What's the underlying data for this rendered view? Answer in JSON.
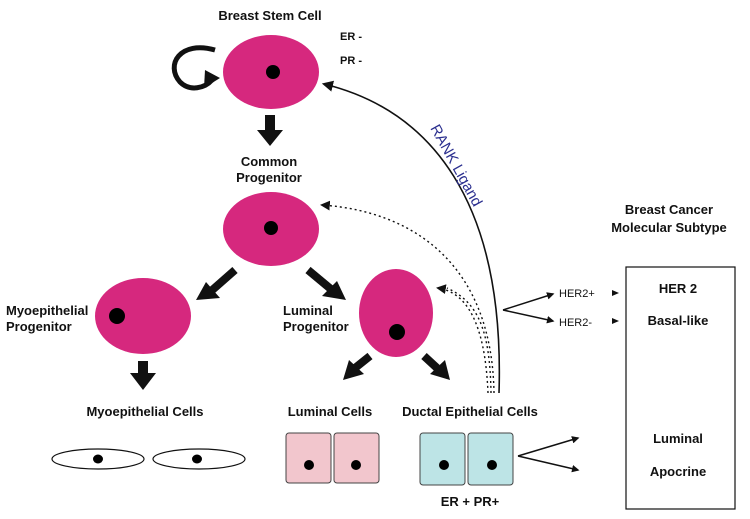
{
  "diagram": {
    "title_stem": "Breast Stem Cell",
    "er_neg": "ER -",
    "pr_neg": "PR -",
    "common_progenitor_1": "Common",
    "common_progenitor_2": "Progenitor",
    "myo_progenitor_1": "Myoepithelial",
    "myo_progenitor_2": "Progenitor",
    "luminal_progenitor_1": "Luminal",
    "luminal_progenitor_2": "Progenitor",
    "myo_cells": "Myoepithelial Cells",
    "luminal_cells": "Luminal Cells",
    "ductal_cells": "Ductal Epithelial Cells",
    "er_pr_pos": "ER + PR+",
    "rank_ligand": "RANK Ligand",
    "subtype_title_1": "Breast Cancer",
    "subtype_title_2": "Molecular Subtype",
    "her2_pos": "HER2+",
    "her2_neg": "HER2-",
    "subtypes": [
      "HER 2",
      "Basal-like",
      "Luminal",
      "Apocrine"
    ]
  },
  "colors": {
    "cell_fill": "#d6287e",
    "luminal_cell_fill": "#f2c6cd",
    "ductal_cell_fill": "#bde4e6",
    "rank_text": "#2b2f8f",
    "arrow": "#111111"
  },
  "icons": [
    "self-renewal-arrow-icon",
    "down-arrow-icon",
    "dotted-arrow-icon"
  ]
}
